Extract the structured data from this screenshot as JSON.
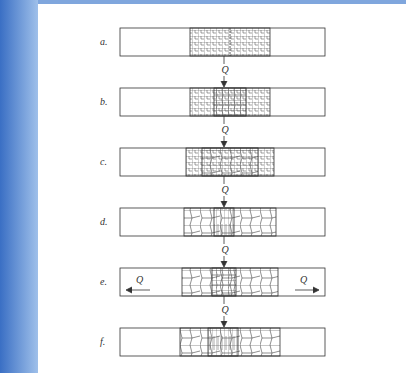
{
  "diagram": {
    "labels": [
      "a.",
      "Q",
      "b.",
      "Q",
      "c.",
      "Q",
      "d.",
      "Q",
      "e.",
      "Q",
      "Q",
      "Q",
      "f."
    ]
  }
}
